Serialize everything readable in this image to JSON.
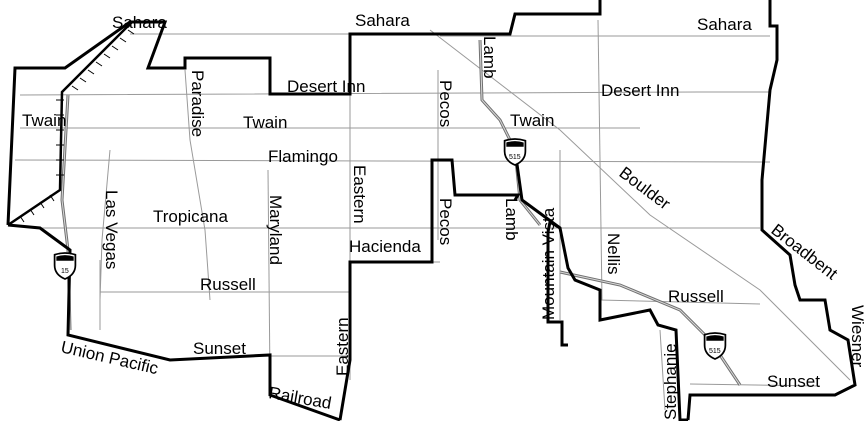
{
  "colors": {
    "background": "#ffffff",
    "boundary": "#000000",
    "streets": "#9a9a9a",
    "freeway": "#707070",
    "text": "#000000"
  },
  "labels": {
    "sahara_w": "Sahara",
    "sahara_c": "Sahara",
    "sahara_e": "Sahara",
    "desert_inn_w": "Desert Inn",
    "desert_inn_e": "Desert Inn",
    "paradise": "Paradise",
    "twain_w": "Twain",
    "twain_c": "Twain",
    "twain_e": "Twain",
    "flamingo": "Flamingo",
    "pecos_n": "Pecos",
    "pecos_s": "Pecos",
    "lamb_n": "Lamb",
    "lamb_s": "Lamb",
    "las_vegas": "Las Vegas",
    "tropicana": "Tropicana",
    "maryland": "Maryland",
    "eastern_n": "Eastern",
    "eastern_s": "Eastern",
    "hacienda": "Hacienda",
    "russell_w": "Russell",
    "russell_e": "Russell",
    "mountain_vista": "Mountain Vista",
    "nellis": "Nellis",
    "boulder": "Boulder",
    "broadbent": "Broadbent",
    "union_pacific": "Union Pacific",
    "sunset_w": "Sunset",
    "sunset_e": "Sunset",
    "railroad": "Railroad",
    "stephanie": "Stephanie",
    "wiesner": "Wiesner"
  },
  "shields": {
    "i15": "15",
    "i515_n": "515",
    "i515_s": "515"
  },
  "icons": {
    "interstate": "interstate-shield-icon"
  }
}
